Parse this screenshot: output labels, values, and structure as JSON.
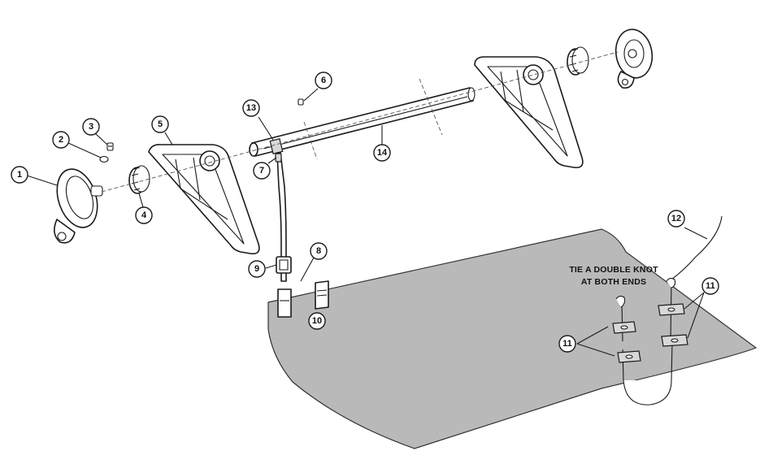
{
  "note": {
    "line1": "TIE A DOUBLE KNOT",
    "line2": "AT BOTH ENDS"
  },
  "callouts": [
    {
      "key": "c1",
      "label": "1"
    },
    {
      "key": "c2",
      "label": "2"
    },
    {
      "key": "c3",
      "label": "3"
    },
    {
      "key": "c4",
      "label": "4"
    },
    {
      "key": "c5",
      "label": "5"
    },
    {
      "key": "c6",
      "label": "6"
    },
    {
      "key": "c7",
      "label": "7"
    },
    {
      "key": "c8",
      "label": "8"
    },
    {
      "key": "c9",
      "label": "9"
    },
    {
      "key": "c10",
      "label": "10"
    },
    {
      "key": "c11a",
      "label": "11"
    },
    {
      "key": "c11b",
      "label": "11"
    },
    {
      "key": "c12",
      "label": "12"
    },
    {
      "key": "c13",
      "label": "13"
    },
    {
      "key": "c14",
      "label": "14"
    }
  ],
  "colors": {
    "cover": "#b9b9b9",
    "line": "#1a1a1a",
    "background": "#ffffff"
  }
}
